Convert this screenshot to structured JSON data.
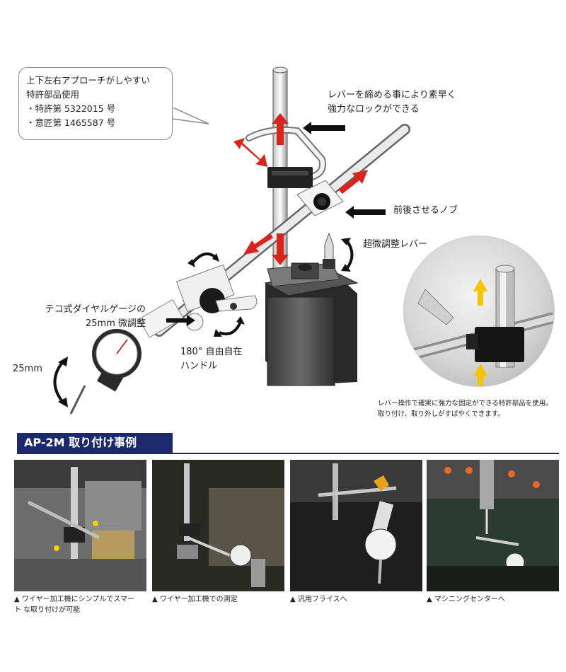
{
  "bubble": {
    "lines": [
      "上下左右アプローチがしやすい",
      "特許部品使用",
      "・特許第 5322015 号",
      "・意匠第 1465587 号"
    ]
  },
  "callouts": {
    "lever_lock": [
      "レバーを締める事により素早く",
      "強力なロックができる"
    ],
    "knob": "前後させるノブ",
    "fine_lever": "超微調整レバー",
    "test_dial": [
      "テコ式ダイヤルゲージの",
      "25mm 微調整"
    ],
    "handle": [
      "180° 自由自在",
      "ハンドル"
    ],
    "stroke": "25mm"
  },
  "zoom_caption": [
    "レバー操作で確実に強力な固定ができる特許部品を使用。",
    "取り付け、取り外しがすばやくできます。"
  ],
  "section": {
    "title": "AP-2M 取り付け事例"
  },
  "photos": [
    {
      "caption": [
        "▲ ワイヤー加工機にシンプルでスマー",
        "ト な取り付けが可能"
      ]
    },
    {
      "caption": [
        "▲ ワイヤー加工機での測定"
      ]
    },
    {
      "caption": [
        "▲ 汎用フライスへ"
      ]
    },
    {
      "caption": [
        "▲ マシニングセンターへ"
      ]
    }
  ],
  "colors": {
    "accent_red": "#d8241c",
    "header_navy": "#1c2a6b",
    "arrow_yellow": "#f5c400"
  }
}
